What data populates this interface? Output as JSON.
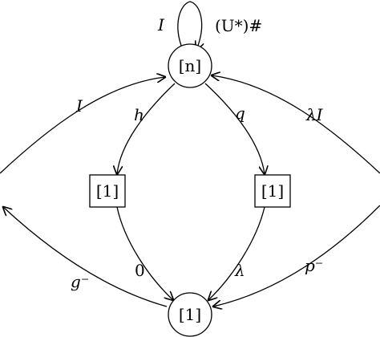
{
  "nodes": {
    "top": "[n]",
    "left_box": "[1]",
    "right_box": "[1]",
    "bottom": "[1]"
  },
  "edges": {
    "loop_left": "I",
    "loop_right": "(U*)#",
    "outer_left_upper": "I",
    "outer_left_lower": "g⁻",
    "outer_right_upper": "λI",
    "outer_right_lower": "p⁻",
    "inner_top_left": "h",
    "inner_top_right": "q",
    "inner_bottom_left": "0",
    "inner_bottom_right": "λ"
  }
}
